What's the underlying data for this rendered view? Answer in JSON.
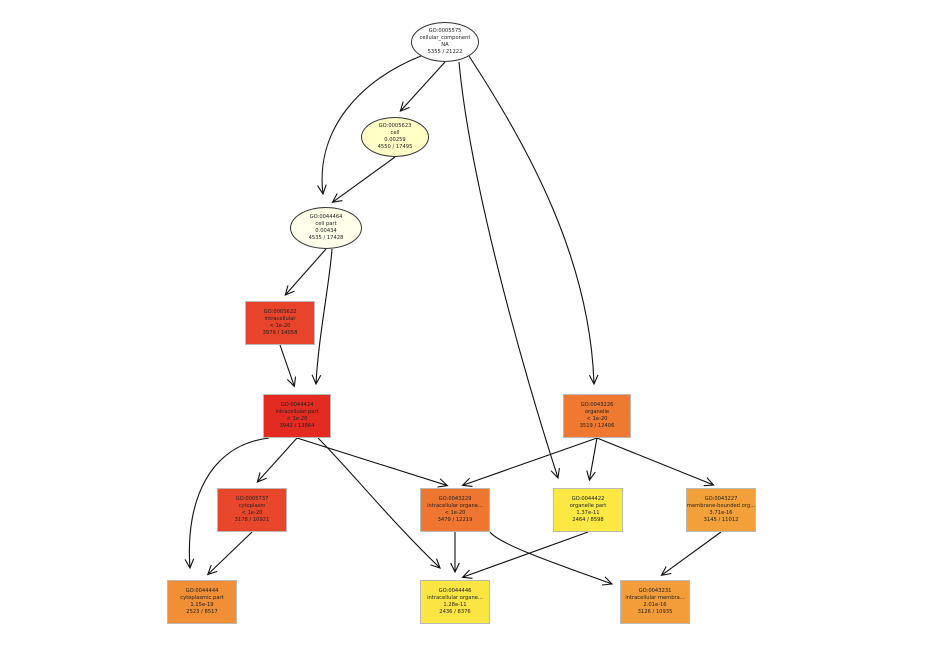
{
  "nodes": [
    {
      "key": "n1",
      "id": "GO:0005575",
      "term": "cellular_component",
      "value": "NA",
      "counts": "5355 / 21222",
      "shape": "ellipse",
      "color": "#ffffff"
    },
    {
      "key": "n2",
      "id": "GO:0005623",
      "term": "cell",
      "value": "0.00259",
      "counts": "4550 / 17495",
      "shape": "ellipse",
      "color": "#ffffc6"
    },
    {
      "key": "n3",
      "id": "GO:0044464",
      "term": "cell part",
      "value": "0.00434",
      "counts": "4535 / 17428",
      "shape": "ellipse",
      "color": "#ffffea"
    },
    {
      "key": "n4",
      "id": "GO:0005622",
      "term": "intracellular",
      "value": "< 1e-20",
      "counts": "3979 / 14058",
      "shape": "box",
      "color": "#e8442b"
    },
    {
      "key": "n5",
      "id": "GO:0044424",
      "term": "intracellular part",
      "value": "< 1e-20",
      "counts": "3942 / 13864",
      "shape": "box",
      "color": "#e32b22"
    },
    {
      "key": "n6",
      "id": "GO:0043226",
      "term": "organelle",
      "value": "< 1e-20",
      "counts": "3519 / 12406",
      "shape": "box",
      "color": "#ee7a31"
    },
    {
      "key": "n7",
      "id": "GO:0005737",
      "term": "cytoplasm",
      "value": "< 1e-20",
      "counts": "3178 / 10921",
      "shape": "box",
      "color": "#e9472c"
    },
    {
      "key": "n8",
      "id": "GO:0043229",
      "term": "intracellular organe...",
      "value": "< 1e-20",
      "counts": "3479 / 12219",
      "shape": "box",
      "color": "#ef7630"
    },
    {
      "key": "n9",
      "id": "GO:0044422",
      "term": "organelle part",
      "value": "1.37e-11",
      "counts": "2464 / 8598",
      "shape": "box",
      "color": "#fbe842"
    },
    {
      "key": "n10",
      "id": "GO:0043227",
      "term": "membrane-bounded org...",
      "value": "3.71e-16",
      "counts": "3145 / 11012",
      "shape": "box",
      "color": "#f2a13a"
    },
    {
      "key": "n11",
      "id": "GO:0044444",
      "term": "cytoplasmic part",
      "value": "1.15e-19",
      "counts": "2523 / 8517",
      "shape": "box",
      "color": "#f08f35"
    },
    {
      "key": "n12",
      "id": "GO:0044446",
      "term": "intracellular organe...",
      "value": "1.28e-11",
      "counts": "2436 / 8376",
      "shape": "box",
      "color": "#fbe542"
    },
    {
      "key": "n13",
      "id": "GO:0043231",
      "term": "intracellular membra...",
      "value": "2.01e-16",
      "counts": "3126 / 10935",
      "shape": "box",
      "color": "#f29d39"
    }
  ],
  "edges": [
    [
      "n1",
      "n2"
    ],
    [
      "n1",
      "n3"
    ],
    [
      "n1",
      "n9"
    ],
    [
      "n1",
      "n6"
    ],
    [
      "n2",
      "n3"
    ],
    [
      "n3",
      "n4"
    ],
    [
      "n3",
      "n5"
    ],
    [
      "n4",
      "n5"
    ],
    [
      "n5",
      "n11"
    ],
    [
      "n5",
      "n7"
    ],
    [
      "n5",
      "n8"
    ],
    [
      "n5",
      "n12"
    ],
    [
      "n6",
      "n8"
    ],
    [
      "n6",
      "n9"
    ],
    [
      "n6",
      "n10"
    ],
    [
      "n7",
      "n11"
    ],
    [
      "n8",
      "n12"
    ],
    [
      "n8",
      "n13"
    ],
    [
      "n9",
      "n12"
    ],
    [
      "n10",
      "n13"
    ]
  ]
}
